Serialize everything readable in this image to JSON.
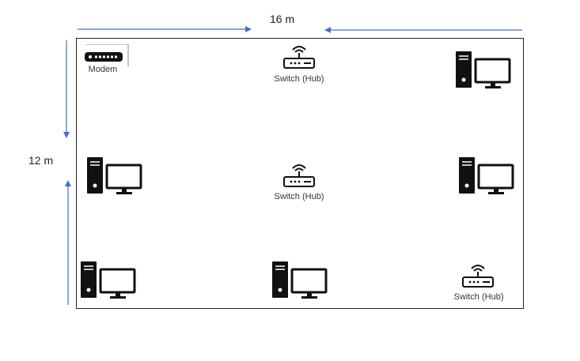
{
  "dimensions": {
    "width_label": "16 m",
    "height_label": "12 m"
  },
  "colors": {
    "arrow": "#4472c4",
    "border": "#222222",
    "icon": "#111111"
  },
  "room": {
    "modem": {
      "label": "Modem",
      "icon": "modem-icon"
    },
    "switches": [
      {
        "label": "Switch (Hub)",
        "icon": "switch-icon"
      },
      {
        "label": "Switch (Hub)",
        "icon": "switch-icon"
      },
      {
        "label": "Switch (Hub)",
        "icon": "switch-icon"
      }
    ],
    "computers": [
      {
        "icon": "computer-icon"
      },
      {
        "icon": "computer-icon"
      },
      {
        "icon": "computer-icon"
      },
      {
        "icon": "computer-icon"
      },
      {
        "icon": "computer-icon"
      }
    ]
  }
}
